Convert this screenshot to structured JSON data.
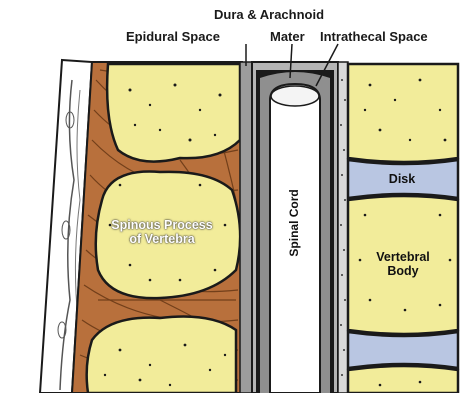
{
  "labels": {
    "dura_line1": "Dura & Arachnoid",
    "dura_line2": "Mater",
    "epidural": "Epidural Space",
    "intrathecal": "Intrathecal Space",
    "disk": "Disk",
    "spinal_cord": "Spinal Cord",
    "spinous_line1": "Spinous Process",
    "spinous_line2": "of Vertebra",
    "vertebral_line1": "Vertebral",
    "vertebral_line2": "Body"
  },
  "colors": {
    "bone": "#f2ec9a",
    "muscle": "#b8703c",
    "disk": "#b9c6e2",
    "canal_gray": "#9c9c9c",
    "outline": "#1a1a1a"
  }
}
